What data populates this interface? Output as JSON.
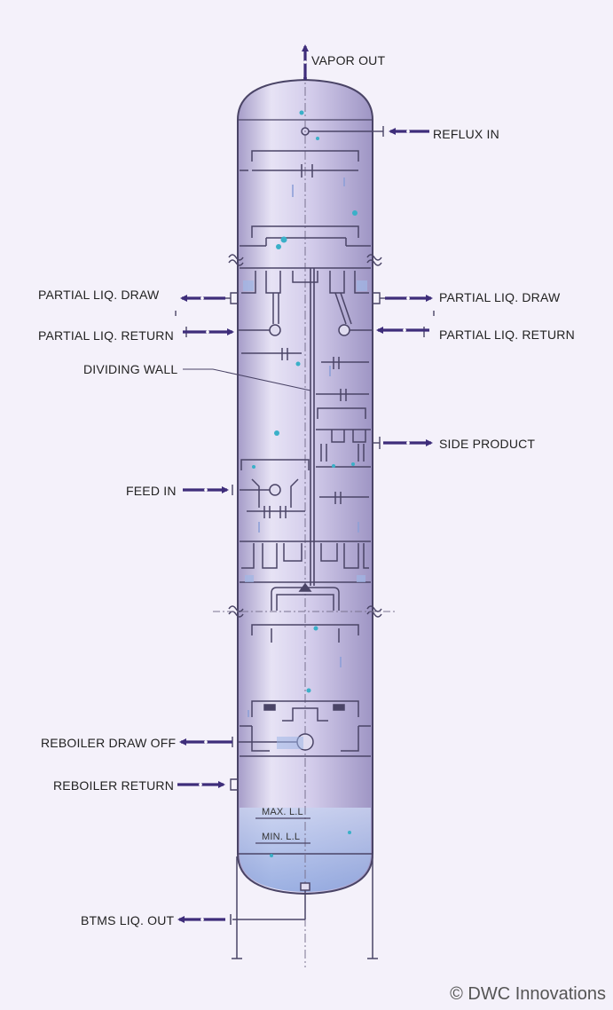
{
  "labels": {
    "vapor_out": "VAPOR OUT",
    "reflux_in": "REFLUX IN",
    "partial_liq_draw_left": "PARTIAL LIQ. DRAW",
    "partial_liq_draw_right": "PARTIAL LIQ. DRAW",
    "partial_liq_return_left": "PARTIAL LIQ. RETURN",
    "partial_liq_return_right": "PARTIAL LIQ. RETURN",
    "dividing_wall": "DIVIDING WALL",
    "side_product": "SIDE PRODUCT",
    "feed_in": "FEED IN",
    "reboiler_draw_off": "REBOILER DRAW OFF",
    "reboiler_return": "REBOILER RETURN",
    "max_ll": "MAX. L.L",
    "min_ll": "MIN. L.L",
    "btms_liq_out": "BTMS LIQ. OUT"
  },
  "copyright": "© DWC Innovations",
  "colors": {
    "arrow": "#3e2d7a",
    "vessel_fill": "#c9c2e6",
    "outline": "#4a4466",
    "droplet": "#3ab0c8",
    "liquid": "#9fb6e6"
  }
}
